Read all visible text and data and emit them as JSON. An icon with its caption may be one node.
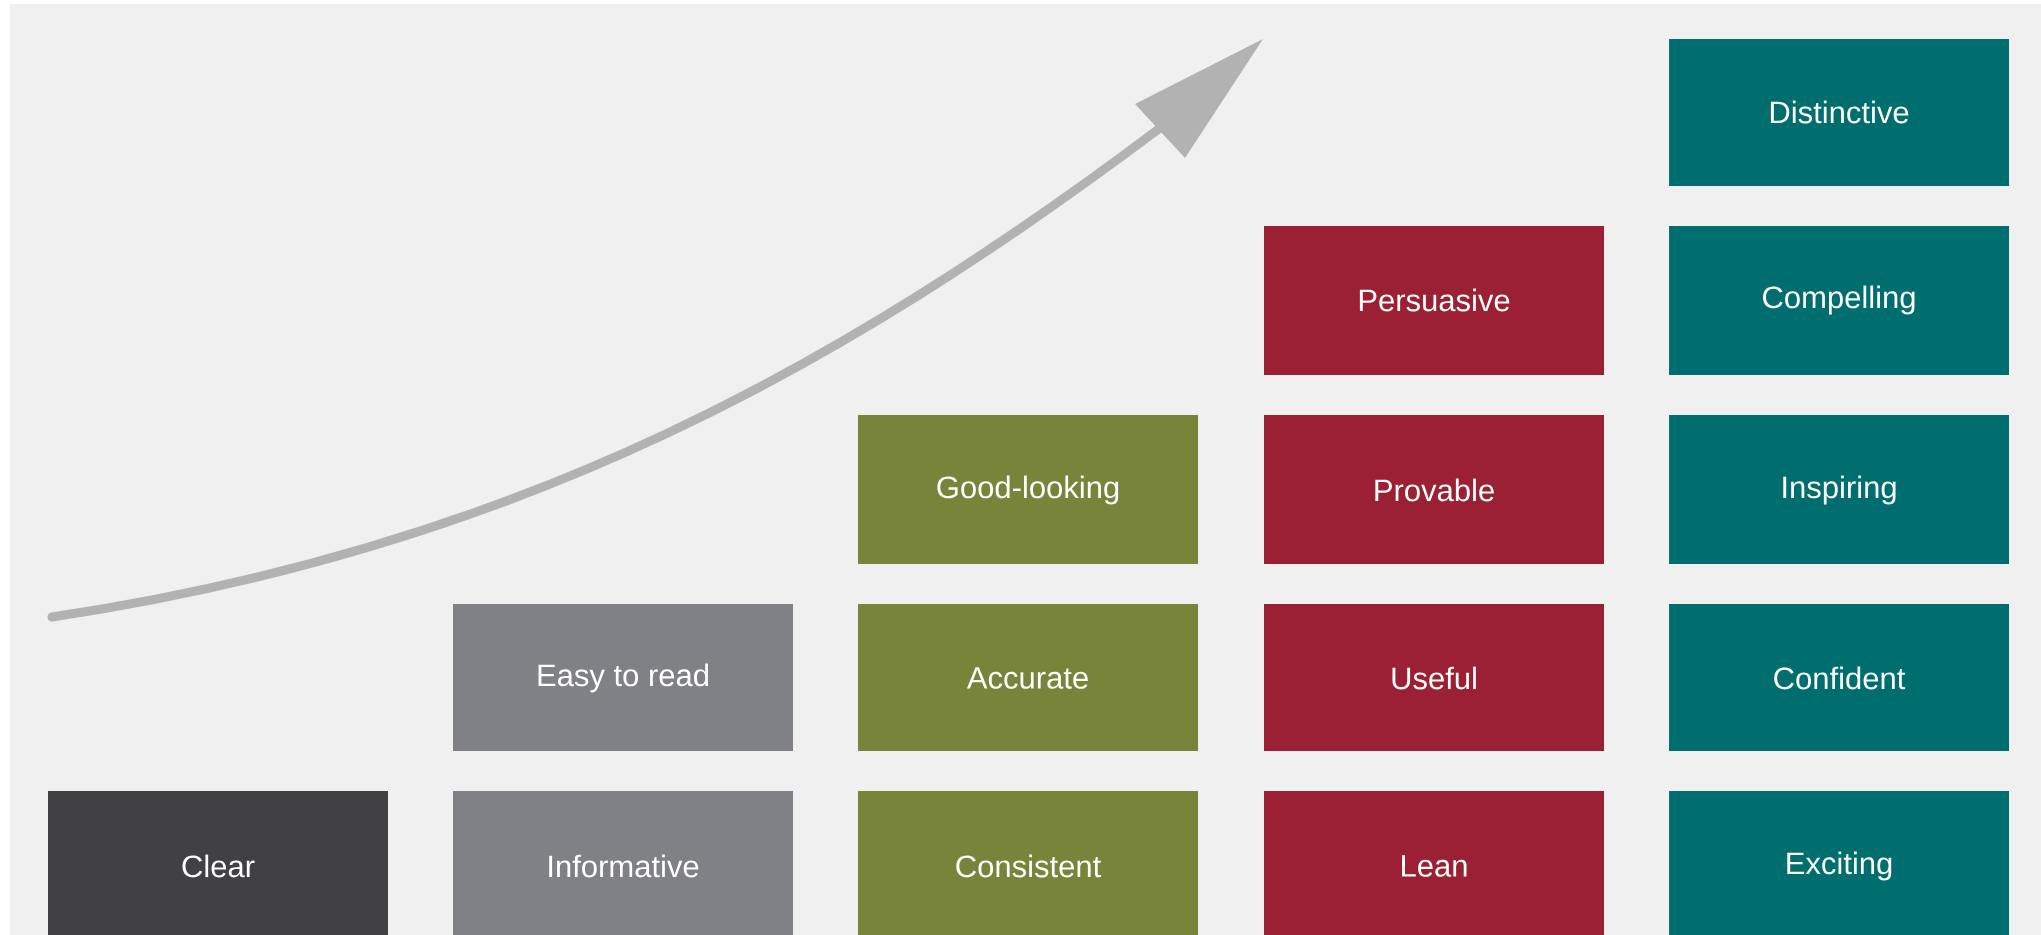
{
  "diagram": {
    "nodes": [
      {
        "text": [
          "Distinctive"
        ]
      },
      {
        "text": [
          "Persuasive"
        ]
      },
      {
        "text": [
          "Compelling"
        ]
      },
      {
        "text": [
          "Good-looking"
        ]
      },
      {
        "text": [
          "Provable"
        ]
      },
      {
        "text": [
          "Inspiring"
        ]
      },
      {
        "text": [
          "Easy to read"
        ]
      },
      {
        "text": [
          "Accurate"
        ]
      },
      {
        "text": [
          "Useful"
        ]
      },
      {
        "text": [
          "Confident"
        ]
      },
      {
        "text": [
          "Clear"
        ]
      },
      {
        "text": [
          "Informative"
        ]
      },
      {
        "text": [
          "Consistent"
        ]
      },
      {
        "text": [
          "Lean"
        ]
      },
      {
        "text": [
          "Exciting"
        ]
      }
    ]
  }
}
